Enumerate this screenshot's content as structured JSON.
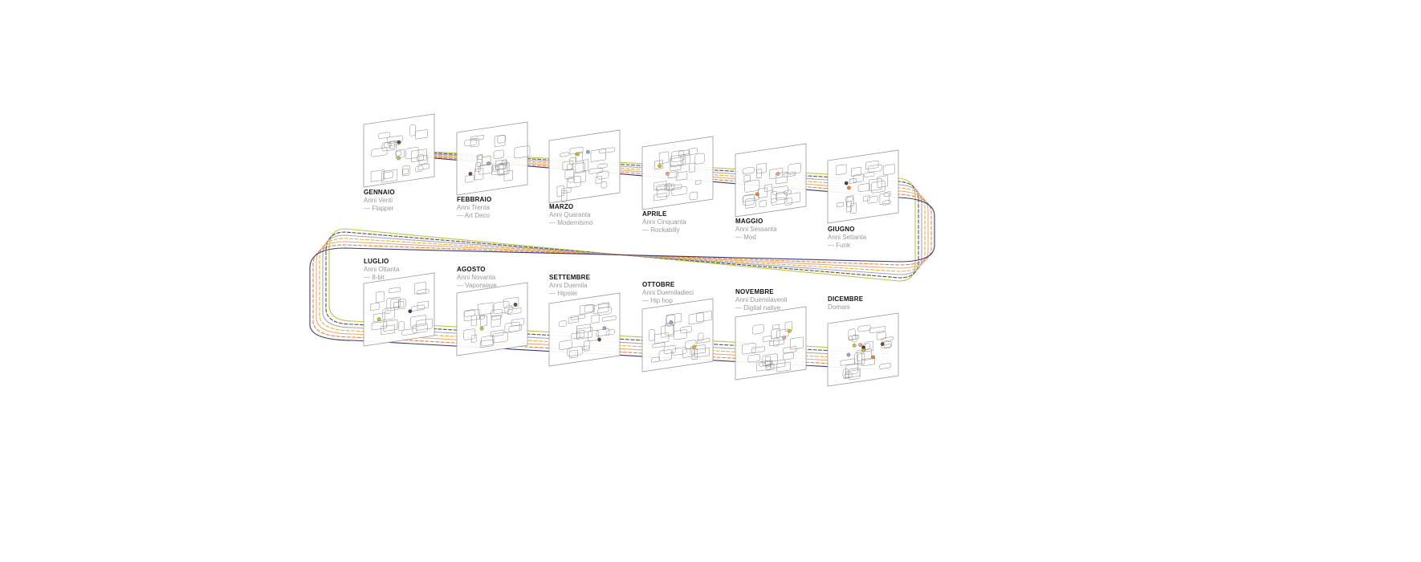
{
  "months": [
    {
      "month": "GENNAIO",
      "decade": "Anni Venti",
      "style": "— Flapper"
    },
    {
      "month": "FEBBRAIO",
      "decade": "Anni Trenta",
      "style": "— Art Deco"
    },
    {
      "month": "MARZO",
      "decade": "Anni Quaranta",
      "style": "— Modernismo"
    },
    {
      "month": "APRILE",
      "decade": "Anni Cinquanta",
      "style": "— Rockabilly"
    },
    {
      "month": "MAGGIO",
      "decade": "Anni Sessanta",
      "style": "— Mod"
    },
    {
      "month": "GIUGNO",
      "decade": "Anni Settanta",
      "style": "— Funk"
    },
    {
      "month": "LUGLIO",
      "decade": "Anni Ottanta",
      "style": "— 8-bit"
    },
    {
      "month": "AGOSTO",
      "decade": "Anni Novanta",
      "style": "— Vaporwave"
    },
    {
      "month": "SETTEMBRE",
      "decade": "Anni Duemila",
      "style": "— Hipster"
    },
    {
      "month": "OTTOBRE",
      "decade": "Anni Duemiladieci",
      "style": "— Hip hop"
    },
    {
      "month": "NOVEMBRE",
      "decade": "Anni Duemilaventi",
      "style": "— Digital native"
    },
    {
      "month": "DICEMBRE",
      "decade": "Domani",
      "style": ""
    }
  ],
  "line_colors": [
    "#b5c94a",
    "#6b4a3a",
    "#9aa4d8",
    "#e6b422",
    "#eaa58a",
    "#e8843a",
    "#3a3a7a"
  ]
}
